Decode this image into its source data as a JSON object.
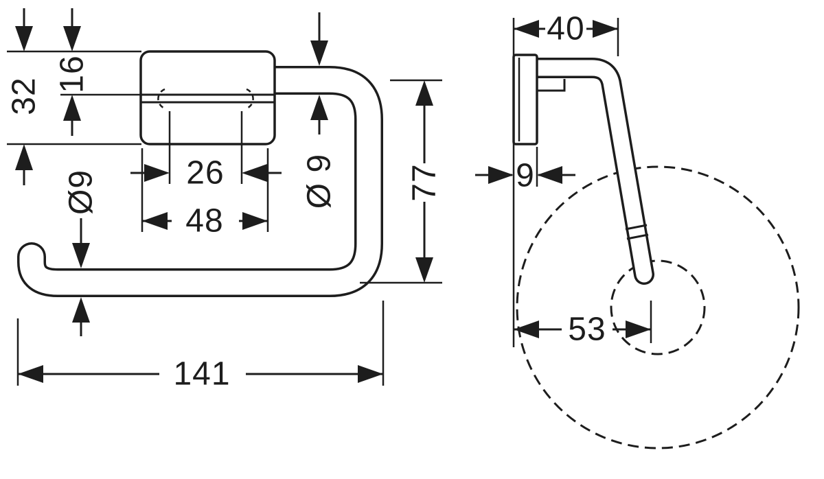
{
  "drawing": {
    "background": "#ffffff",
    "line_color": "#1d1d1d",
    "front_view": {
      "dims": {
        "plate_height": "32",
        "hole_offset": "16",
        "hole_spacing": "26",
        "plate_width": "48",
        "bar_diameter_left": "Ø9",
        "bar_diameter_right": "Ø 9",
        "inner_height": "77",
        "total_width": "141"
      }
    },
    "side_view": {
      "dims": {
        "depth": "40",
        "plate_thickness": "9",
        "roll_center_offset": "53"
      }
    }
  }
}
